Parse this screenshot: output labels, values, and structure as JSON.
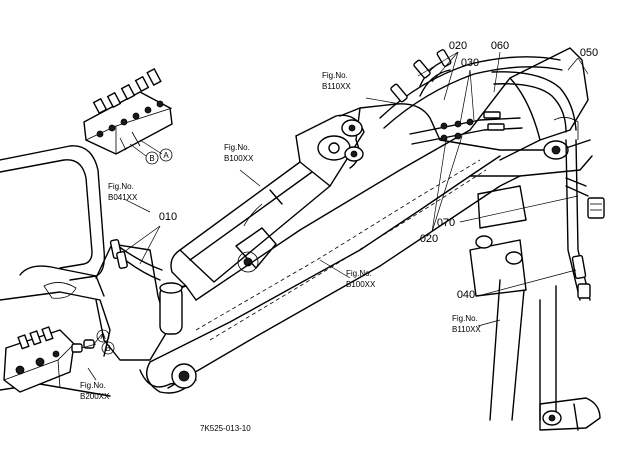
{
  "callouts": {
    "p010": "010",
    "p020_top": "020",
    "p020_bottom": "020",
    "p030": "030",
    "p040": "040",
    "p050": "050",
    "p060": "060",
    "p070": "070"
  },
  "fig_refs": {
    "b110_top": {
      "title": "Fig.No.",
      "number": "B110XX"
    },
    "b100_upper": {
      "title": "Fig.No.",
      "number": "B100XX"
    },
    "b041": {
      "title": "Fig.No.",
      "number": "B041XX"
    },
    "b100_lower": {
      "title": "Fig.No.",
      "number": "B100XX"
    },
    "b110_right": {
      "title": "Fig.No.",
      "number": "B110XX"
    },
    "b200": {
      "title": "Fig.No.",
      "number": "B200XX"
    }
  },
  "connectors": {
    "a": "A",
    "b": "B"
  },
  "drawing_number": "7K525-013-10"
}
